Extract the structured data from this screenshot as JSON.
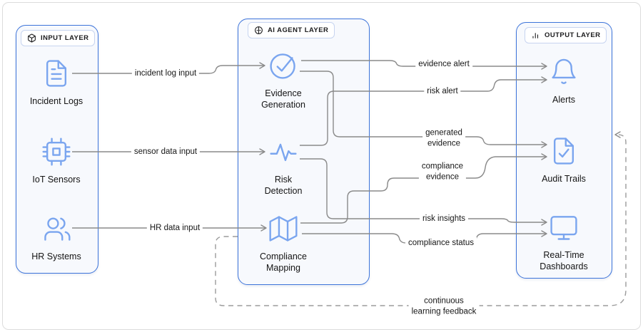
{
  "layers": {
    "input": {
      "title": "INPUT LAYER",
      "icon": "cube-icon"
    },
    "agent": {
      "title": "AI AGENT LAYER",
      "icon": "ai-circle-icon"
    },
    "output": {
      "title": "OUTPUT LAYER",
      "icon": "bar-chart-icon"
    }
  },
  "nodes": {
    "incident_logs": {
      "label": "Incident Logs",
      "icon": "file-text-icon"
    },
    "iot_sensors": {
      "label": "IoT Sensors",
      "icon": "cpu-icon"
    },
    "hr_systems": {
      "label": "HR Systems",
      "icon": "users-icon"
    },
    "evidence_generation": {
      "label": "Evidence\nGeneration",
      "icon": "check-circle-icon"
    },
    "risk_detection": {
      "label": "Risk\nDetection",
      "icon": "pulse-icon"
    },
    "compliance_mapping": {
      "label": "Compliance\nMapping",
      "icon": "map-icon"
    },
    "alerts": {
      "label": "Alerts",
      "icon": "bell-icon"
    },
    "audit_trails": {
      "label": "Audit Trails",
      "icon": "file-check-icon"
    },
    "realtime_dashboards": {
      "label": "Real-Time\nDashboards",
      "icon": "monitor-icon"
    }
  },
  "edges": {
    "incident_log_input": {
      "label": "incident log input",
      "from": "Incident Logs",
      "to": "Evidence Generation"
    },
    "sensor_data_input": {
      "label": "sensor data input",
      "from": "IoT Sensors",
      "to": "Risk Detection"
    },
    "hr_data_input": {
      "label": "HR data input",
      "from": "HR Systems",
      "to": "Compliance Mapping"
    },
    "evidence_alert": {
      "label": "evidence alert",
      "from": "Evidence Generation",
      "to": "Alerts"
    },
    "risk_alert": {
      "label": "risk alert",
      "from": "Risk Detection",
      "to": "Alerts"
    },
    "generated_evidence": {
      "label": "generated\nevidence",
      "from": "Evidence Generation",
      "to": "Audit Trails"
    },
    "compliance_evidence": {
      "label": "compliance\nevidence",
      "from": "Compliance Mapping",
      "to": "Audit Trails"
    },
    "risk_insights": {
      "label": "risk insights",
      "from": "Risk Detection",
      "to": "Real-Time Dashboards"
    },
    "compliance_status": {
      "label": "compliance status",
      "from": "Compliance Mapping",
      "to": "Real-Time Dashboards"
    },
    "continuous_learning_feedback": {
      "label": "continuous\nlearning feedback",
      "from": "AI Agent Layer",
      "to": "Output Layer",
      "style": "dashed"
    }
  },
  "colors": {
    "layer_border": "#3D74DA",
    "layer_fill": "#F7F9FD",
    "node_icon_blue": "#7AA5EF",
    "edge_gray": "#8A8A8A",
    "feedback_gray": "#9B9B9B",
    "text": "#161616"
  }
}
